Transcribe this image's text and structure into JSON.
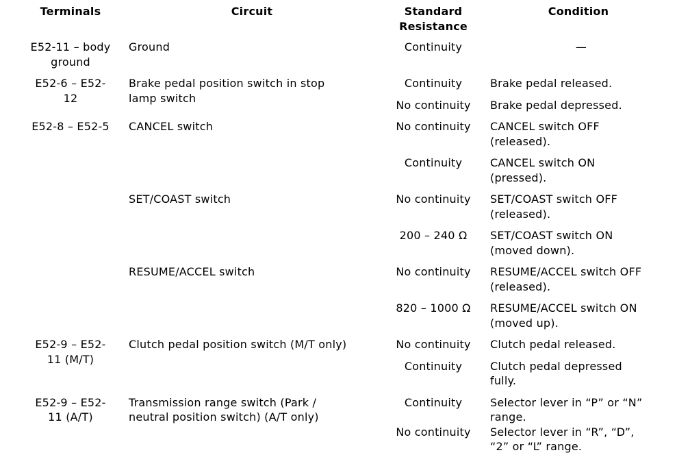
{
  "table": {
    "headers": {
      "terminals": "Terminals",
      "circuit": "Circuit",
      "resistance": "Standard\nResistance",
      "condition": "Condition"
    },
    "groups": [
      {
        "terminal": "E52-11 – body\nground",
        "circuits": [
          {
            "name": "Ground",
            "rows": [
              {
                "resistance": "Continuity",
                "condition": "—"
              }
            ]
          }
        ]
      },
      {
        "terminal": "E52-6 – E52-\n12",
        "circuits": [
          {
            "name": "Brake pedal position switch in stop\nlamp switch",
            "rows": [
              {
                "resistance": "Continuity",
                "condition": "Brake pedal released."
              },
              {
                "resistance": "No continuity",
                "condition": "Brake pedal depressed."
              }
            ]
          }
        ]
      },
      {
        "terminal": "E52-8 – E52-5",
        "circuits": [
          {
            "name": "CANCEL switch",
            "rows": [
              {
                "resistance": "No continuity",
                "condition": "CANCEL switch OFF\n(released)."
              },
              {
                "resistance": "Continuity",
                "condition": "CANCEL switch ON\n(pressed)."
              }
            ]
          },
          {
            "name": "SET/COAST switch",
            "rows": [
              {
                "resistance": "No continuity",
                "condition": "SET/COAST switch OFF\n(released)."
              },
              {
                "resistance": "200 – 240 Ω",
                "condition": "SET/COAST switch ON\n(moved down)."
              }
            ]
          },
          {
            "name": "RESUME/ACCEL switch",
            "rows": [
              {
                "resistance": "No continuity",
                "condition": "RESUME/ACCEL switch OFF\n(released)."
              },
              {
                "resistance": "820 – 1000 Ω",
                "condition": "RESUME/ACCEL switch ON\n(moved up)."
              }
            ]
          }
        ]
      },
      {
        "terminal": "E52-9 – E52-\n11 (M/T)",
        "circuits": [
          {
            "name": "Clutch pedal position switch (M/T only)",
            "rows": [
              {
                "resistance": "No continuity",
                "condition": "Clutch pedal released."
              },
              {
                "resistance": "Continuity",
                "condition": "Clutch pedal depressed\nfully."
              }
            ]
          }
        ]
      },
      {
        "terminal": "E52-9 – E52-\n11 (A/T)",
        "circuits": [
          {
            "name": "Transmission range switch (Park /\nneutral position switch) (A/T only)",
            "rows": [
              {
                "resistance": "Continuity",
                "condition": "Selector lever in “P” or “N”\nrange."
              },
              {
                "resistance": "No continuity",
                "condition": "Selector lever in “R”, “D”,\n“2” or “L” range."
              }
            ]
          }
        ]
      }
    ]
  }
}
